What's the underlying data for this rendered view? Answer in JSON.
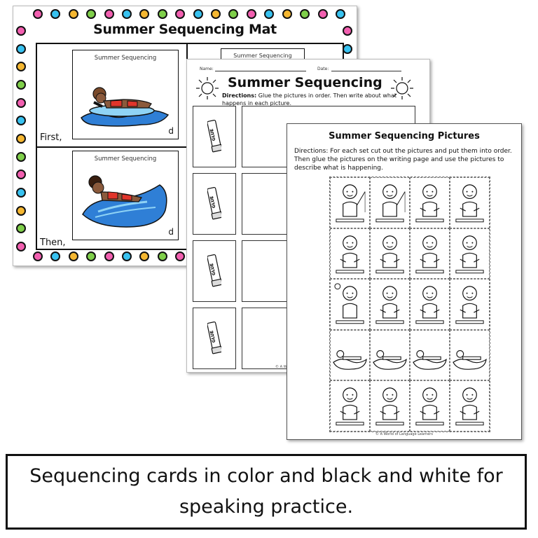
{
  "mat": {
    "title": "Summer Sequencing Mat",
    "first_label": "First,",
    "then_label": "Then,",
    "card_title": "Summer Sequencing",
    "card_letter": "d"
  },
  "worksheet": {
    "name_label": "Name:",
    "date_label": "Date:",
    "title": "Summer Sequencing",
    "directions_bold": "Directions:",
    "directions_text": "Glue the pictures in order. Then write about what happens in each picture.",
    "glue_label": "GLUE",
    "footer": "© A W"
  },
  "pictures_sheet": {
    "title": "Summer Sequencing Pictures",
    "directions": "Directions: For each set cut out the pictures and put them into order. Then glue the pictures on the writing page and use the pictures to describe what is happening.",
    "footer": "© A World of Language Learners"
  },
  "caption": {
    "text": "Sequencing cards in color and black and white for speaking practice."
  },
  "colors": {
    "dot_pink": "#f25fb0",
    "dot_blue": "#38c2f0",
    "dot_yellow": "#f5b731",
    "dot_green": "#7fcf4a",
    "water_blue": "#2f7fd6",
    "swimsuit_red": "#e0352b"
  }
}
